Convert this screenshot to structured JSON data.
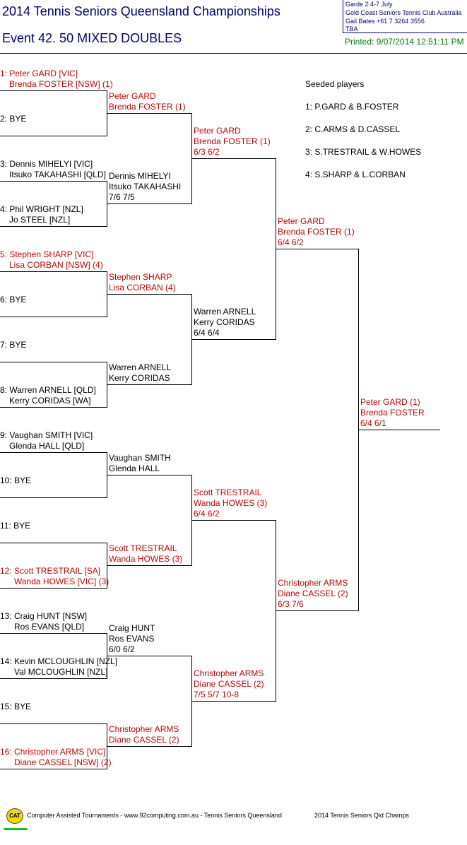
{
  "header": {
    "title": "2014 Tennis Seniors Queensland Championships",
    "event": "Event 42. 50 MIXED DOUBLES",
    "info_line1": "Garde 2    4-7 July",
    "info_line2": "Gold Coast Seniors Tennis Club    Australia",
    "info_line3": "Gail Bates    +61 7 3264 3556",
    "info_line4": "TBA",
    "printed": "Printed: 9/07/2014 12:51:11 PM"
  },
  "round1": [
    {
      "l1": "1: Peter GARD [VIC]",
      "l2": "Brenda FOSTER [NSW] (1)",
      "color": "red"
    },
    {
      "l1": "2: BYE",
      "l2": "",
      "color": "black"
    },
    {
      "l1": "3: Dennis MIHELYI [VIC]",
      "l2": "Itsuko TAKAHASHI [QLD]",
      "color": "black"
    },
    {
      "l1": "4: Phil WRIGHT [NZL]",
      "l2": "Jo STEEL [NZL]",
      "color": "black"
    },
    {
      "l1": "5: Stephen SHARP [VIC]",
      "l2": "Lisa CORBAN [NSW] (4)",
      "color": "red"
    },
    {
      "l1": "6: BYE",
      "l2": "",
      "color": "black"
    },
    {
      "l1": "7: BYE",
      "l2": "",
      "color": "black"
    },
    {
      "l1": "8: Warren ARNELL [QLD]",
      "l2": "Kerry CORIDAS [WA]",
      "color": "black"
    },
    {
      "l1": "9: Vaughan SMITH [VIC]",
      "l2": "Glenda HALL [QLD]",
      "color": "black"
    },
    {
      "l1": "10: BYE",
      "l2": "",
      "color": "black"
    },
    {
      "l1": "11: BYE",
      "l2": "",
      "color": "black"
    },
    {
      "l1": "12: Scott TRESTRAIL [SA]",
      "l2": "Wanda HOWES [VIC] (3)",
      "color": "red"
    },
    {
      "l1": "13: Craig HUNT [NSW]",
      "l2": "Ros EVANS [QLD]",
      "color": "black"
    },
    {
      "l1": "14: Kevin MCLOUGHLIN [NZL]",
      "l2": "Val MCLOUGHLIN [NZL]",
      "color": "black"
    },
    {
      "l1": "15: BYE",
      "l2": "",
      "color": "black"
    },
    {
      "l1": "16: Christopher ARMS [VIC]",
      "l2": "Diane CASSEL [NSW] (2)",
      "color": "red"
    }
  ],
  "round2": [
    {
      "l1": "Peter GARD",
      "l2": "Brenda FOSTER (1)",
      "score": "",
      "color": "red"
    },
    {
      "l1": "Dennis MIHELYI",
      "l2": "Itsuko TAKAHASHI",
      "score": "7/6 7/5",
      "color": "black"
    },
    {
      "l1": "Stephen SHARP",
      "l2": "Lisa CORBAN (4)",
      "score": "",
      "color": "red"
    },
    {
      "l1": "Warren ARNELL",
      "l2": "Kerry CORIDAS",
      "score": "",
      "color": "black"
    },
    {
      "l1": "Vaughan SMITH",
      "l2": "Glenda HALL",
      "score": "",
      "color": "black"
    },
    {
      "l1": "Scott TRESTRAIL",
      "l2": "Wanda HOWES (3)",
      "score": "",
      "color": "red"
    },
    {
      "l1": "Craig HUNT",
      "l2": "Ros EVANS",
      "score": "6/0 6/2",
      "color": "black"
    },
    {
      "l1": "Christopher ARMS",
      "l2": "Diane CASSEL (2)",
      "score": "",
      "color": "red"
    }
  ],
  "quarterfinals": [
    {
      "l1": "Peter GARD",
      "l2": "Brenda FOSTER (1)",
      "score": "6/3 6/2",
      "color": "red"
    },
    {
      "l1": "Warren ARNELL",
      "l2": "Kerry CORIDAS",
      "score": "6/4 6/4",
      "color": "black"
    },
    {
      "l1": "Scott TRESTRAIL",
      "l2": "Wanda HOWES (3)",
      "score": "6/4 6/2",
      "color": "red"
    },
    {
      "l1": "Christopher ARMS",
      "l2": "Diane CASSEL (2)",
      "score": "7/5 5/7 10-8",
      "color": "red"
    }
  ],
  "semifinals": [
    {
      "l1": "Peter GARD",
      "l2": "Brenda FOSTER (1)",
      "score": "6/4 6/2",
      "color": "red"
    },
    {
      "l1": "Christopher ARMS",
      "l2": "Diane CASSEL (2)",
      "score": "6/3 7/6",
      "color": "red"
    }
  ],
  "final": {
    "l1": "Peter GARD (1)",
    "l2": "Brenda FOSTER",
    "score": "6/4 6/1",
    "color": "red"
  },
  "seeds": {
    "heading": "Seeded players",
    "items": [
      "1: P.GARD & B.FOSTER",
      "2: C.ARMS & D.CASSEL",
      "3: S.TRESTRAIL & W.HOWES",
      "4: S.SHARP & L.CORBAN"
    ]
  },
  "footer": {
    "logo_text": "CAT",
    "left": "Computer Assisted Tournaments - www.92computing.com.au -  Tennis Seniors Queensland",
    "right": "2014 Tennis Seniors Qld Champs"
  }
}
